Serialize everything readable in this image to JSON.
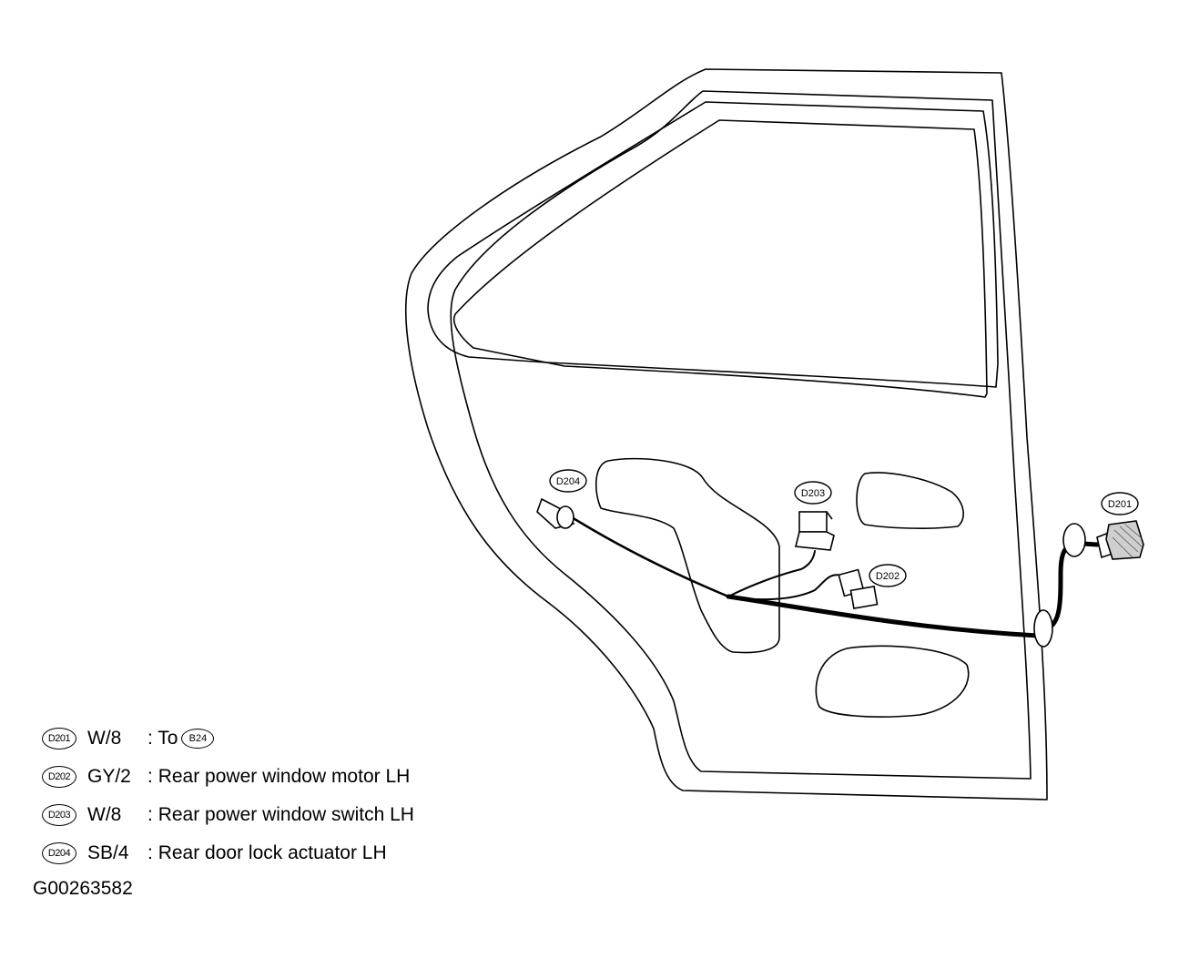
{
  "diagram": {
    "callouts": {
      "d204": "D204",
      "d203": "D203",
      "d202": "D202",
      "d201": "D201"
    }
  },
  "legend": [
    {
      "connector": "D201",
      "wire": "W/8",
      "colon": ": To",
      "target": "B24",
      "description": ""
    },
    {
      "connector": "D202",
      "wire": "GY/2",
      "colon": ":",
      "target": "",
      "description": "Rear power window motor LH"
    },
    {
      "connector": "D203",
      "wire": "W/8",
      "colon": ":",
      "target": "",
      "description": "Rear power window switch LH"
    },
    {
      "connector": "D204",
      "wire": "SB/4",
      "colon": ":",
      "target": "",
      "description": "Rear door lock actuator LH"
    }
  ],
  "figure_id": "G00263582"
}
